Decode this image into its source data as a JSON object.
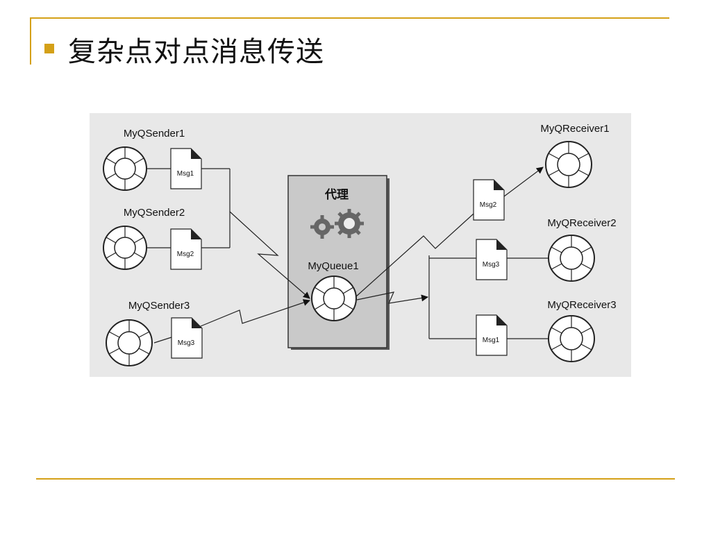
{
  "slide": {
    "title": "复杂点对点消息传送"
  },
  "diagram": {
    "senders": [
      {
        "name": "MyQSender1",
        "message": "Msg1"
      },
      {
        "name": "MyQSender2",
        "message": "Msg2"
      },
      {
        "name": "MyQSender3",
        "message": "Msg3"
      }
    ],
    "broker": {
      "label": "代理",
      "queue": "MyQueue1"
    },
    "receivers": [
      {
        "name": "MyQReceiver1",
        "message": "Msg2"
      },
      {
        "name": "MyQReceiver2",
        "message": "Msg3"
      },
      {
        "name": "MyQReceiver3",
        "message": "Msg1"
      }
    ]
  },
  "colors": {
    "accent": "#d4a017",
    "panel": "#e8e8e8",
    "broker": "#c9c9c9"
  }
}
